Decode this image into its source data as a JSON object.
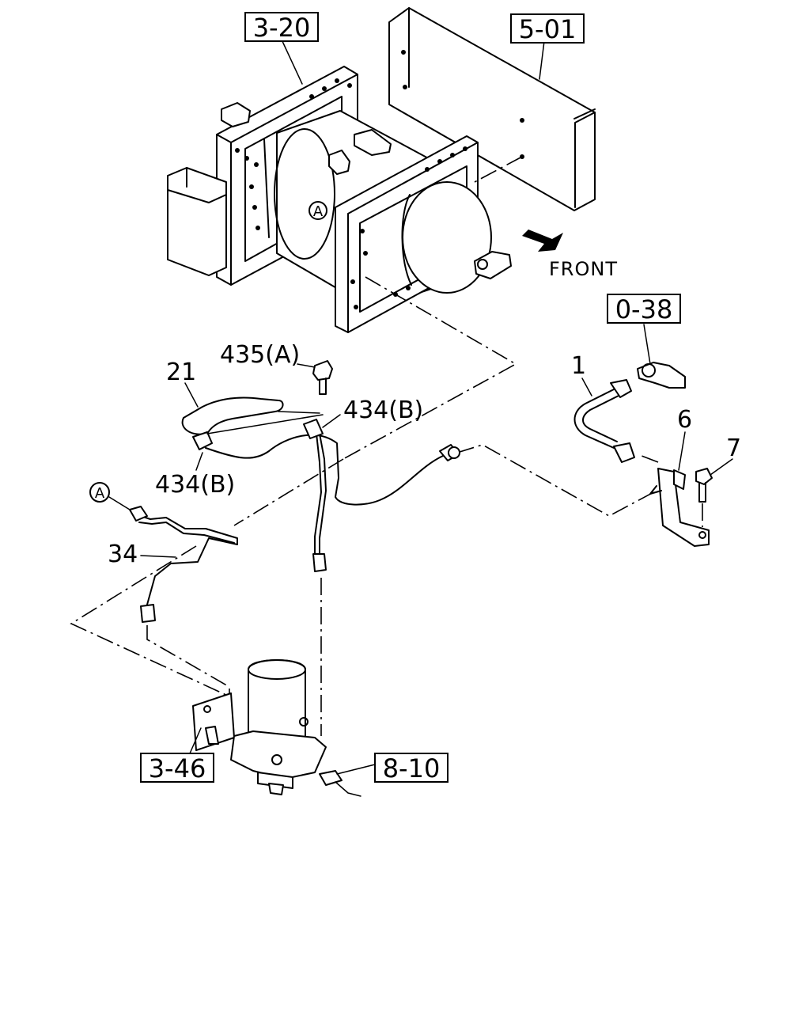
{
  "references": {
    "ref_3_20": "3-20",
    "ref_5_01": "5-01",
    "ref_0_38": "0-38",
    "ref_3_46": "3-46",
    "ref_8_10": "8-10"
  },
  "parts": {
    "p1": "1",
    "p6": "6",
    "p7": "7",
    "p21": "21",
    "p34": "34",
    "p434_top": "434(B)",
    "p434_bottom": "434(B)",
    "p435": "435(A)"
  },
  "markers": {
    "marker_a_top": "A",
    "marker_a_pipe": "A"
  },
  "direction": {
    "front_label": "FRONT",
    "arrow_icon": "front-arrow-icon"
  }
}
